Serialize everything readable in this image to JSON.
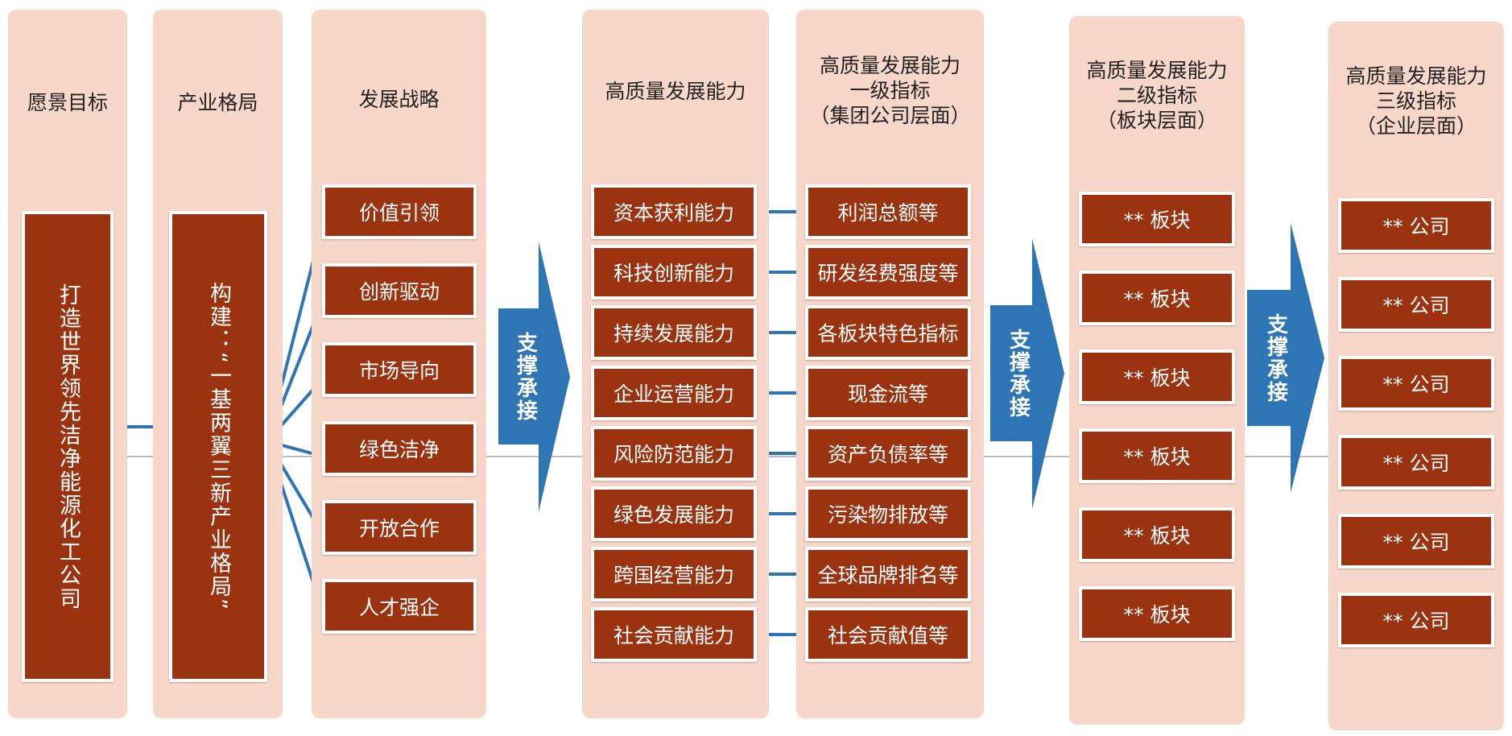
{
  "colors": {
    "panel": "#f8d7cb",
    "box": "#9b3311",
    "arrow": "#2e75b6",
    "connector": "#2e75b6"
  },
  "columns": {
    "vision": {
      "title": "愿景目标",
      "box_lines": [
        "打造世界领先洁净",
        "能源化工公司"
      ]
    },
    "industry": {
      "title": "产业格局",
      "box_lines": [
        "构建：“一基两翼",
        "三新产业格局”"
      ]
    },
    "strategy": {
      "title": "发展战略",
      "items": [
        "价值引领",
        "创新驱动",
        "市场导向",
        "绿色洁净",
        "开放合作",
        "人才强企"
      ]
    },
    "capability": {
      "title": "高质量发展能力",
      "items": [
        "资本获利能力",
        "科技创新能力",
        "持续发展能力",
        "企业运营能力",
        "风险防范能力",
        "绿色发展能力",
        "跨国经营能力",
        "社会贡献能力"
      ]
    },
    "level1": {
      "title_lines": [
        "高质量发展能力",
        "一级指标",
        "（集团公司层面）"
      ],
      "items": [
        "利润总额等",
        "研发经费强度等",
        "各板块特色指标",
        "现金流等",
        "资产负债率等",
        "污染物排放等",
        "全球品牌排名等",
        "社会贡献值等"
      ]
    },
    "level2": {
      "title_lines": [
        "高质量发展能力",
        "二级指标",
        "（板块层面）"
      ],
      "items": [
        "** 板块",
        "** 板块",
        "** 板块",
        "** 板块",
        "** 板块",
        "** 板块"
      ]
    },
    "level3": {
      "title_lines": [
        "高质量发展能力",
        "三级指标",
        "（企业层面）"
      ],
      "items": [
        "** 公司",
        "** 公司",
        "** 公司",
        "** 公司",
        "** 公司",
        "** 公司"
      ]
    }
  },
  "arrows": [
    "支撑承接",
    "支撑承接",
    "支撑承接"
  ]
}
